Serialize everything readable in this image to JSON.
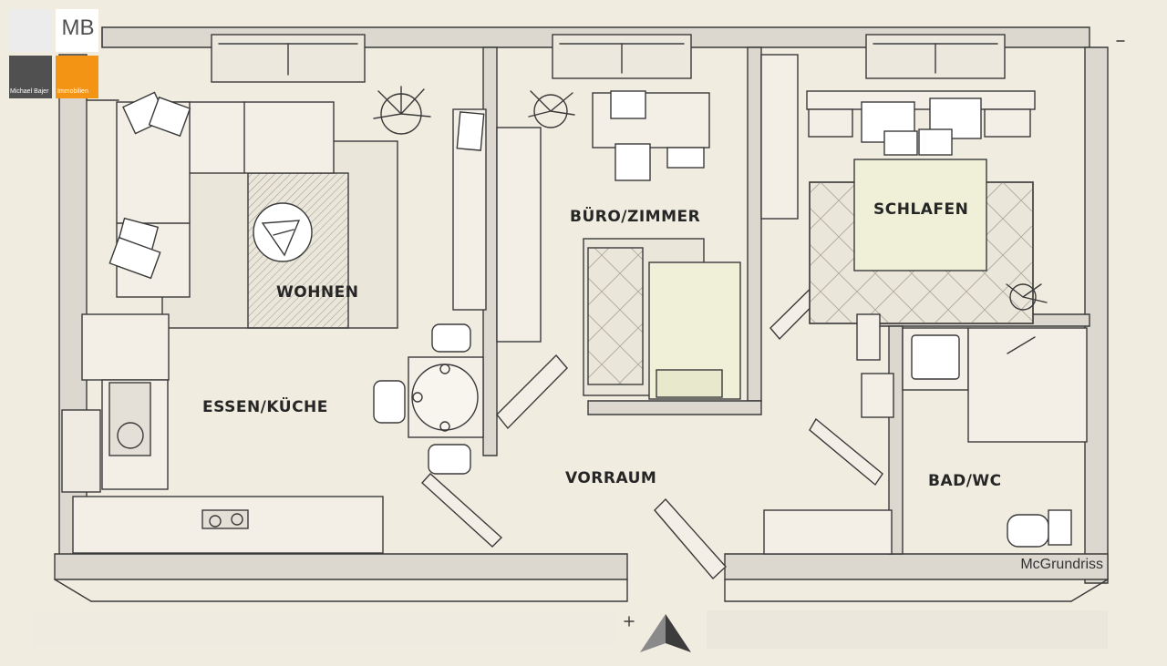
{
  "logo": {
    "initials": "MB",
    "owner": "Michael Bajer",
    "company": "Immobilien",
    "colors": {
      "orange": "#f39414",
      "dark": "#505050"
    }
  },
  "rooms": {
    "wohnen": "WOHNEN",
    "buero": "BÜRO/ZIMMER",
    "schlafen": "SCHLAFEN",
    "essen": "ESSEN/KÜCHE",
    "vorraum": "VORRAUM",
    "bad": "BAD/WC"
  },
  "brand": "McGrundriss",
  "icons": {
    "north": "north-arrow-icon",
    "logo_mark": "wohnen-rug-logo-icon"
  }
}
